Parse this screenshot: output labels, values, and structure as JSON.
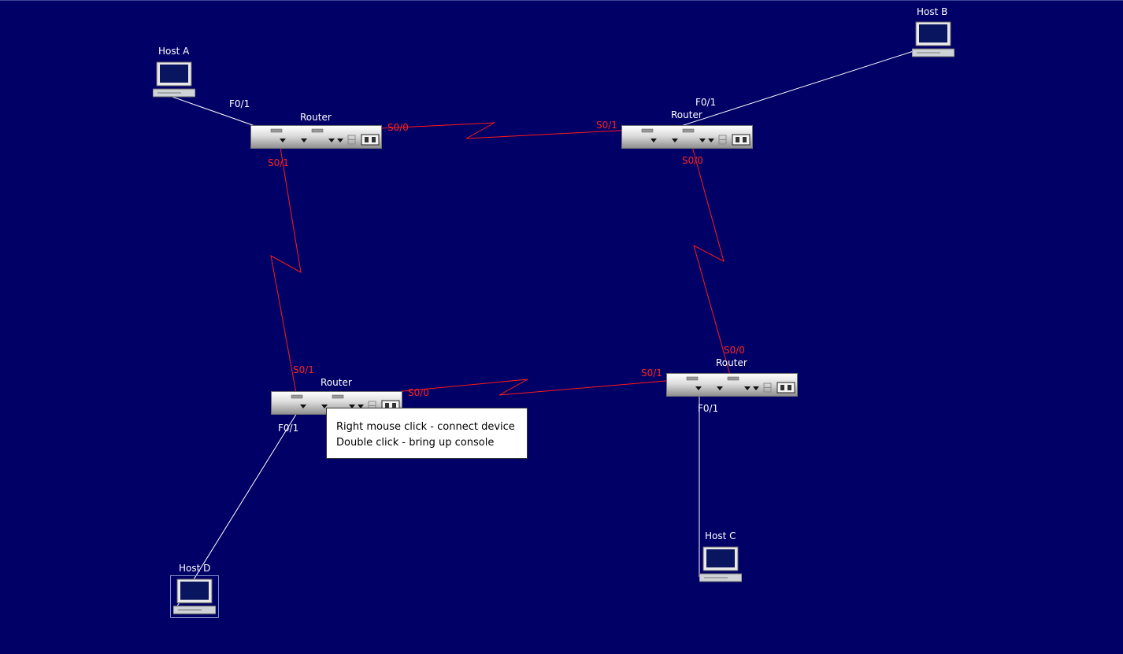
{
  "topology": {
    "routers": [
      {
        "id": "r1",
        "label": "Router"
      },
      {
        "id": "r2",
        "label": "Router"
      },
      {
        "id": "r3",
        "label": "Router"
      },
      {
        "id": "r4",
        "label": "Router"
      }
    ],
    "hosts": [
      {
        "id": "ha",
        "label": "Host A"
      },
      {
        "id": "hb",
        "label": "Host B"
      },
      {
        "id": "hc",
        "label": "Host C"
      },
      {
        "id": "hd",
        "label": "Host D"
      }
    ],
    "interfaces": {
      "r1_f01": "F0/1",
      "r1_s00": "S0/0",
      "r1_s01": "S0/1",
      "r2_f01": "F0/1",
      "r2_s01": "S0/1",
      "r2_s00": "S0/0",
      "r3_s01": "S0/1",
      "r3_s00": "S0/0",
      "r3_f01": "F0/1",
      "r4_s00": "S0/0",
      "r4_s01": "S0/1",
      "r4_f01": "F0/1"
    },
    "colors": {
      "background": "#000066",
      "serial_link": "#ff1a1a",
      "ethernet_link": "#ffffff"
    }
  },
  "tooltip": {
    "line1": "Right mouse click - connect device",
    "line2": "Double click - bring up console"
  }
}
